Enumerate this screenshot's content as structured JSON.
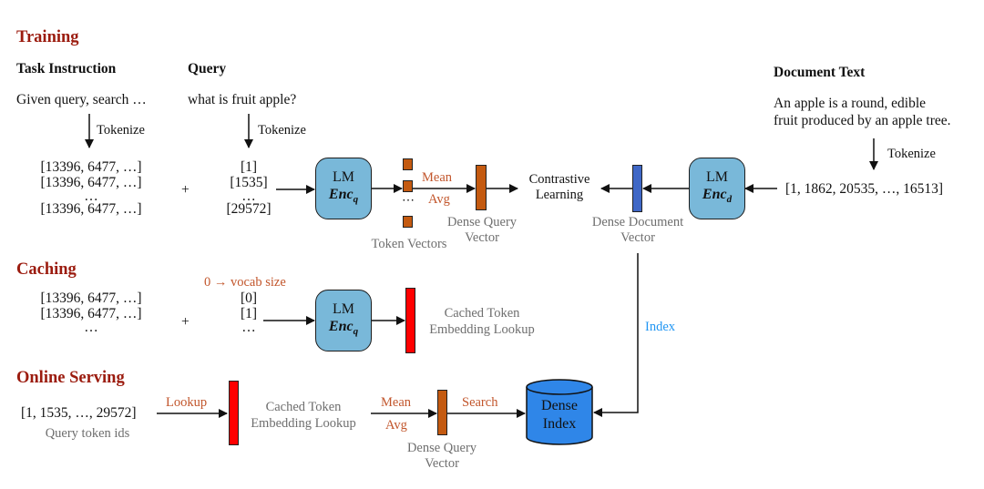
{
  "sections": {
    "training": "Training",
    "caching": "Caching",
    "online_serving": "Online Serving"
  },
  "training": {
    "task_instruction": {
      "header": "Task Instruction",
      "text": "Given query, search …",
      "tokenize_label": "Tokenize",
      "token_rows": [
        "[13396, 6477, …]",
        "[13396, 6477, …]",
        "…",
        "[13396, 6477, …]"
      ]
    },
    "plus": "+",
    "query": {
      "header": "Query",
      "text": "what is fruit apple?",
      "tokenize_label": "Tokenize",
      "token_rows": [
        "[1]",
        "[1535]",
        "…",
        "[29572]"
      ]
    },
    "query_encoder": {
      "line1": "LM",
      "name": "Enc",
      "subscript": "q"
    },
    "token_vectors_label": "Token Vectors",
    "pool_top": "Mean",
    "pool_bottom": "Avg",
    "dense_query_vector_label": [
      "Dense Query",
      "Vector"
    ],
    "contrastive_label": [
      "Contrastive",
      "Learning"
    ],
    "dense_document_vector_label": [
      "Dense Document",
      "Vector"
    ],
    "doc_encoder": {
      "line1": "LM",
      "name": "Enc",
      "subscript": "d"
    },
    "document": {
      "header": "Document Text",
      "text_lines": [
        "An apple is a round, edible",
        "fruit produced by an apple tree."
      ],
      "tokenize_label": "Tokenize",
      "tokens": "[1, 1862, 20535, …, 16513]"
    },
    "index_label": "Index"
  },
  "caching": {
    "token_rows": [
      "[13396, 6477, …]",
      "[13396, 6477, …]",
      "…"
    ],
    "plus": "+",
    "vocab_label": "0 → vocab size",
    "vocab_rows": [
      "[0]",
      "[1]",
      "…"
    ],
    "encoder": {
      "line1": "LM",
      "name": "Enc",
      "subscript": "q"
    },
    "cache_label": [
      "Cached Token",
      "Embedding Lookup"
    ]
  },
  "online_serving": {
    "query_tokens": "[1, 1535, …, 29572]",
    "query_tokens_caption": "Query token ids",
    "lookup_label": "Lookup",
    "cache_label": [
      "Cached Token",
      "Embedding Lookup"
    ],
    "pool_top": "Mean",
    "pool_bottom": "Avg",
    "search_label": "Search",
    "dense_query_vector_label": [
      "Dense Query",
      "Vector"
    ],
    "dense_index_label": [
      "Dense",
      "Index"
    ]
  },
  "colors": {
    "section_heading": "#9b1b0e",
    "annotation_orange": "#c2562c",
    "index_blue": "#2196f3",
    "encoder_fill": "#79b8d9",
    "query_vector": "#c45a10",
    "document_vector": "#3f67c6",
    "cache_table": "#ff0000",
    "dense_index_fill": "#2f86e8"
  }
}
